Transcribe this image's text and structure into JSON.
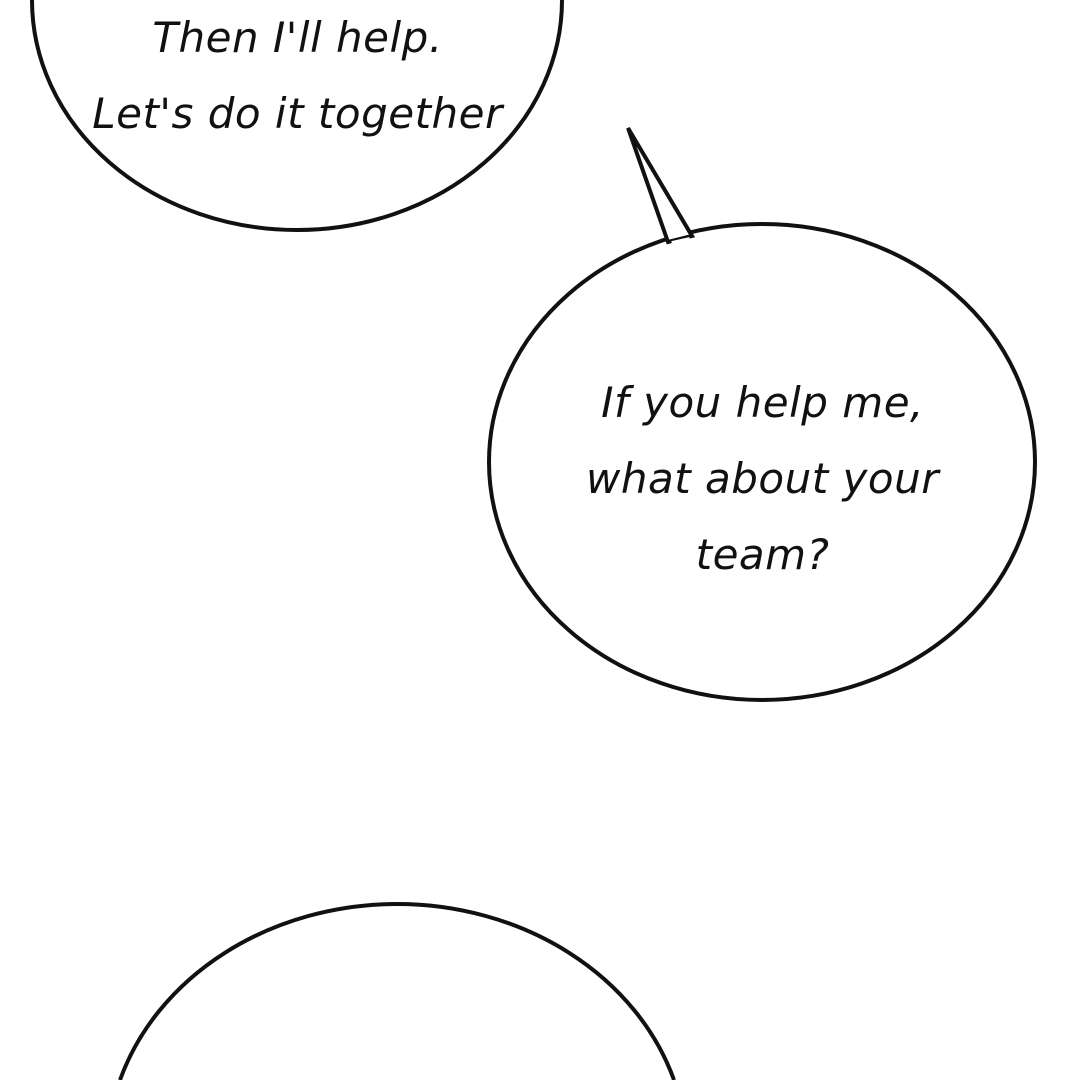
{
  "bubbles": [
    {
      "lines": [
        "Then I'll help.",
        "Let's do it together"
      ]
    },
    {
      "lines": [
        "If you help me,",
        "what about your",
        "team?"
      ]
    },
    {
      "lines": []
    }
  ],
  "colors": {
    "outline": "#111111",
    "fill": "#ffffff"
  }
}
